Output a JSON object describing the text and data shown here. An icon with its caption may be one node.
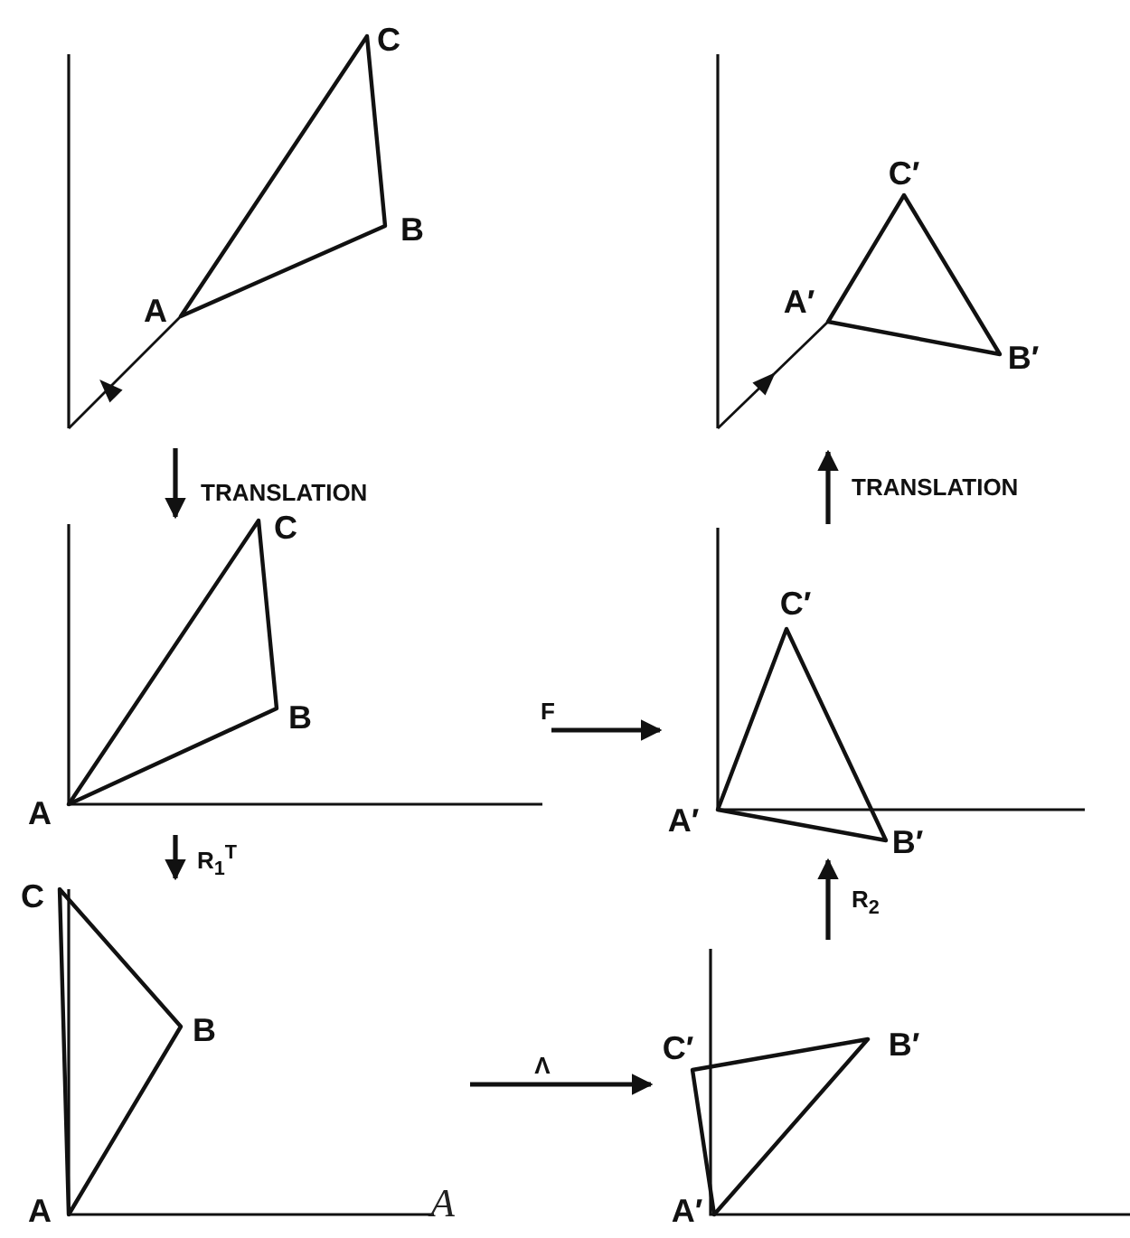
{
  "diagram": {
    "nodes": [
      {
        "text": [
          "C",
          "B",
          "A"
        ]
      },
      {
        "text": [
          "C′",
          "A′",
          "B′"
        ]
      },
      {
        "text": [
          "C",
          "B",
          "A"
        ]
      },
      {
        "text": [
          "C′",
          "A′",
          "B′"
        ]
      },
      {
        "text": [
          "C",
          "B",
          "A"
        ]
      },
      {
        "text": [
          "C′",
          "B′",
          "A′"
        ]
      }
    ],
    "edges": [
      {
        "from": 0,
        "to": 2,
        "arrow": "to",
        "label": "TRANSLATION"
      },
      {
        "from": 3,
        "to": 1,
        "arrow": "to",
        "label": "TRANSLATION"
      },
      {
        "from": 2,
        "to": 3,
        "arrow": "to",
        "label": "F"
      },
      {
        "from": 2,
        "to": 4,
        "arrow": "to",
        "label": "R$_{1}$$^{T}$"
      },
      {
        "from": 5,
        "to": 3,
        "arrow": "to",
        "label": "R$_{2}$"
      },
      {
        "from": 4,
        "to": 5,
        "arrow": "to",
        "label": "Λ"
      }
    ],
    "labels": [
      "A"
    ]
  }
}
